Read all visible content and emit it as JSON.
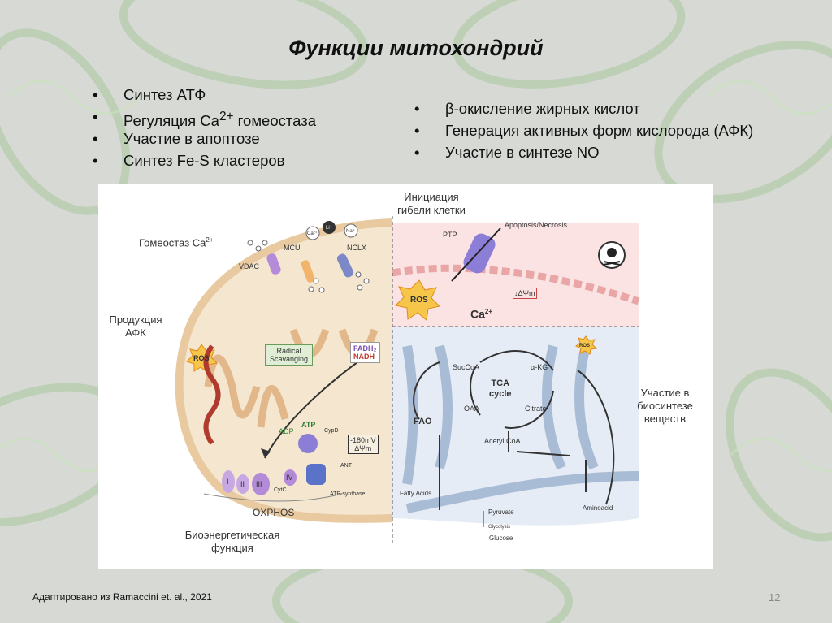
{
  "slide": {
    "title": "Функции митохондрий",
    "left_bullets": [
      "Синтез АТФ",
      "Регуляция Ca<sup>2+</sup> гомеостаза",
      "Участие в апоптозе",
      "Синтез Fe-S кластеров"
    ],
    "right_bullets": [
      "β-окисление жирных кислот",
      "Генерация активных форм кислорода (АФК)",
      "Участие в синтезе NO"
    ],
    "footer": "Адаптировано из Ramaccini et. al., 2021",
    "page_number": "12"
  },
  "figure": {
    "quadrant_labels": {
      "ca_homeostasis": "Гомеостаз Ca",
      "ca_sup": "2+",
      "cell_death_line1": "Инициация",
      "cell_death_line2": "гибели клетки",
      "ros_production_line1": "Продукция",
      "ros_production_line2": "АФК",
      "biosynthesis_line1": "Участие в",
      "biosynthesis_line2": "биосинтезе",
      "biosynthesis_line3": "веществ",
      "bioenergetic_line1": "Биоэнергетическая",
      "bioenergetic_line2": "функция"
    },
    "small_labels": {
      "vdac": "VDAC",
      "mcu": "MCU",
      "nclx": "NCLX",
      "ptp": "PTP",
      "apoptosis": "Apoptosis/Necrosis",
      "ros": "ROS",
      "ca": "Ca",
      "ca_sup": "2+",
      "dpsi": "↓ΔΨm",
      "radical1": "Radical",
      "radical2": "Scavanging",
      "fadh": "FADH₂",
      "nadh": "NADH",
      "adp": "ADP",
      "atp": "ATP",
      "cypd": "CypD",
      "ant": "ANT",
      "atp_synthase": "ATP-synthase",
      "potential1": "-180mV",
      "potential2": "ΔΨm",
      "oxphos": "OXPHOS",
      "cytc": "CytC",
      "complex_i": "I",
      "complex_ii": "II",
      "complex_iii": "III",
      "complex_iv": "IV",
      "succoa": "SucCoA",
      "tca1": "TCA",
      "tca2": "cycle",
      "akg": "α-KG",
      "oaa": "OAA",
      "citrate": "Citrate",
      "fao": "FAO",
      "acetyl_coa": "Acetyl CoA",
      "fatty_acids": "Fatty Acids",
      "pyruvate": "Pyruvate",
      "glycolysis": "Glycolysis",
      "glucose": "Glucose",
      "aminoacid": "Aminoacid",
      "ion_ca": "Ca²⁺",
      "ion_li": "Li⁺",
      "ion_na": "Na⁺"
    }
  }
}
